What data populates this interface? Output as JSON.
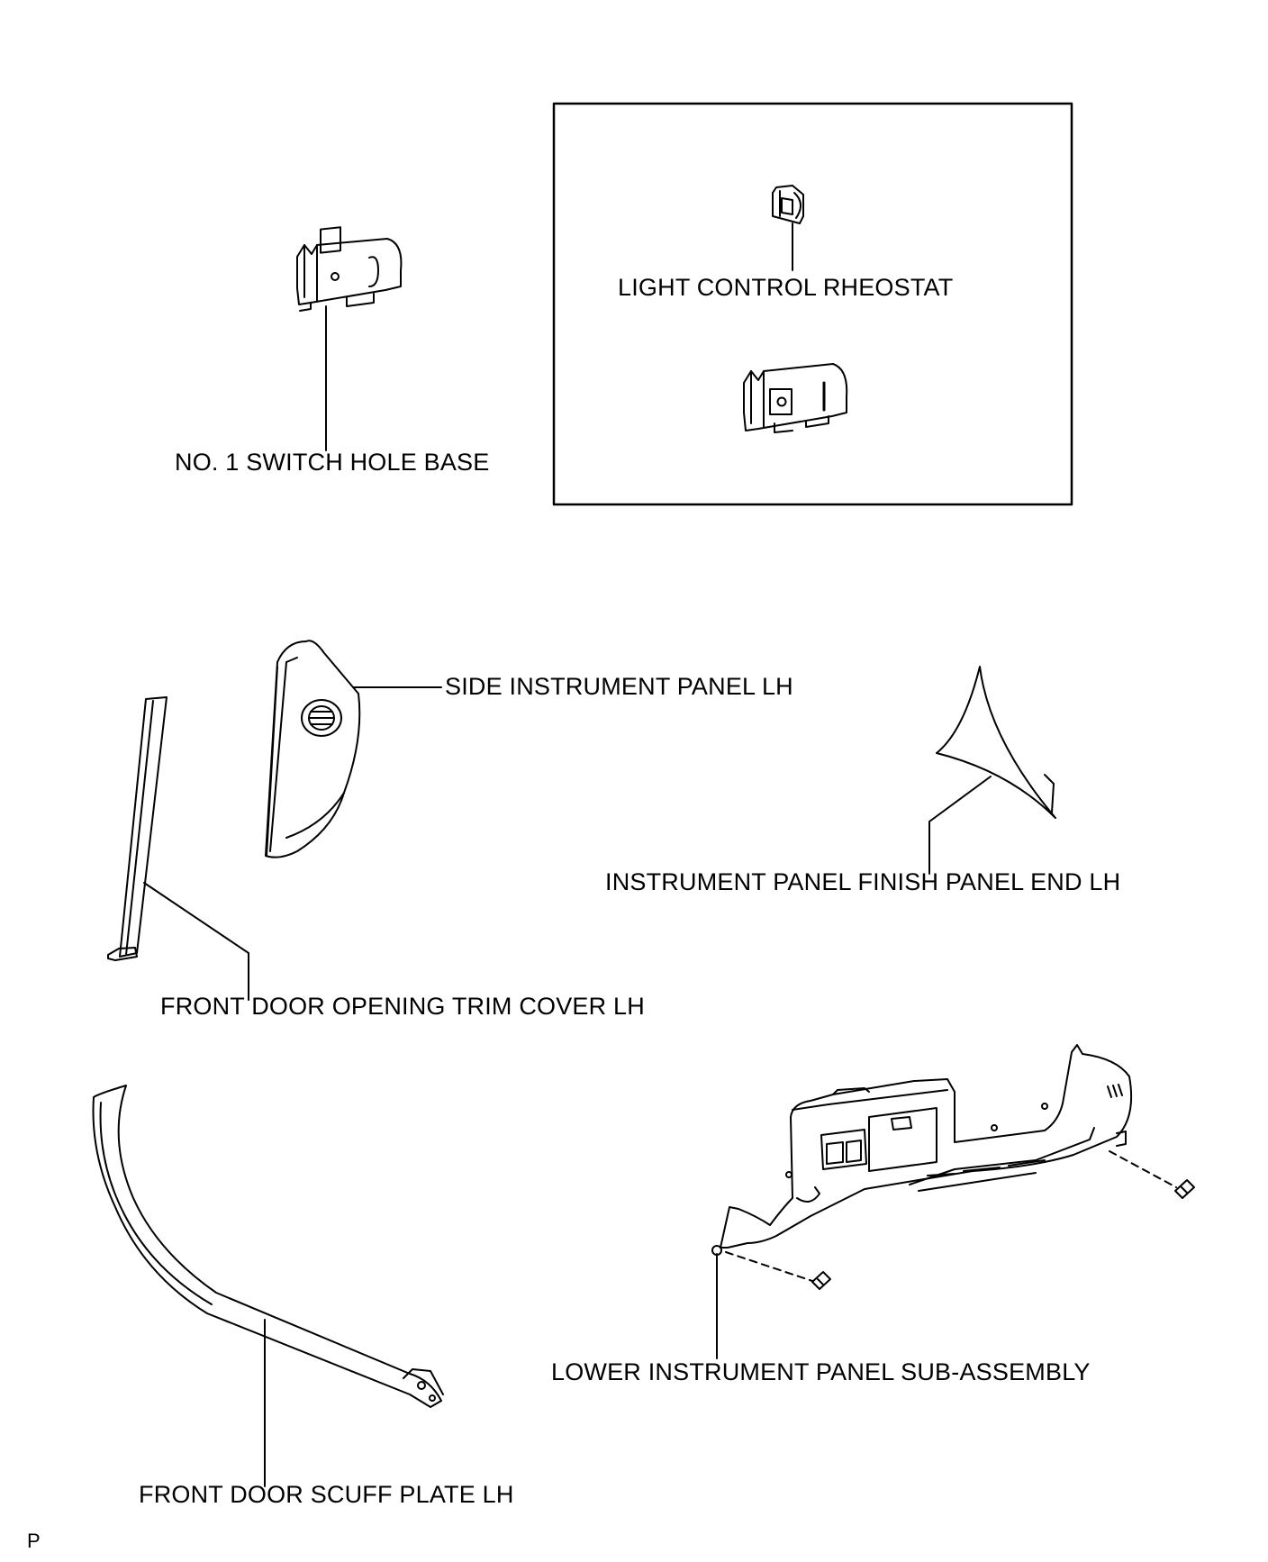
{
  "labels": {
    "switch_hole_base": "NO. 1 SWITCH HOLE BASE",
    "light_control_rheostat": "LIGHT CONTROL RHEOSTAT",
    "side_instrument_panel": "SIDE INSTRUMENT PANEL LH",
    "finish_panel_end": "INSTRUMENT PANEL FINISH PANEL END LH",
    "trim_cover": "FRONT DOOR OPENING TRIM COVER LH",
    "lower_instrument_panel": "LOWER INSTRUMENT PANEL SUB-ASSEMBLY",
    "scuff_plate": "FRONT DOOR SCUFF PLATE LH"
  },
  "corner_mark": "P"
}
